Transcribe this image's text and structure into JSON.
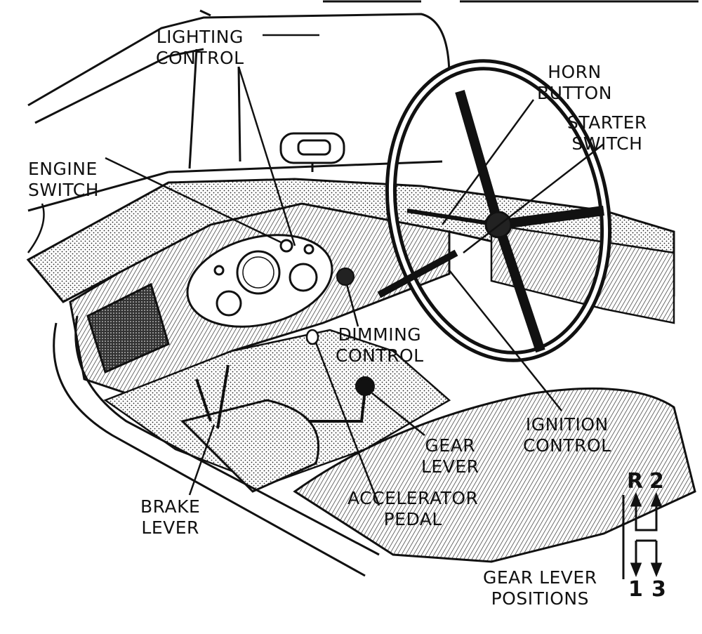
{
  "labels": {
    "lighting_control": [
      "LIGHTING",
      "CONTROL"
    ],
    "horn_button": [
      "HORN",
      "BUTTON"
    ],
    "starter_switch": [
      "STARTER",
      "SWITCH"
    ],
    "engine_switch": [
      "ENGINE",
      "SWITCH"
    ],
    "dimming_control": [
      "DIMMING",
      "CONTROL"
    ],
    "ignition_control": [
      "IGNITION",
      "CONTROL"
    ],
    "gear_lever": [
      "GEAR",
      "LEVER"
    ],
    "accelerator_pedal": [
      "ACCELERATOR",
      "PEDAL"
    ],
    "brake_lever": [
      "BRAKE",
      "LEVER"
    ],
    "gear_lever_positions": [
      "GEAR LEVER",
      "POSITIONS"
    ]
  },
  "gear_diagram": {
    "top_left": "R",
    "top_right": "2",
    "bottom_left": "1",
    "bottom_right": "3"
  }
}
